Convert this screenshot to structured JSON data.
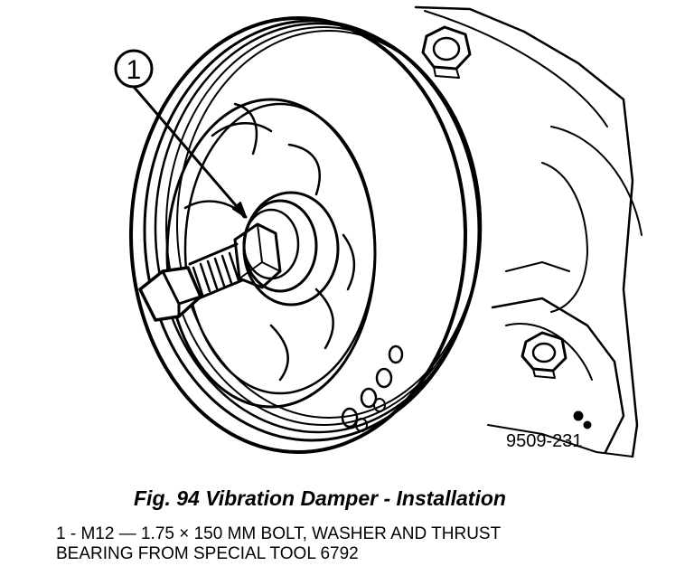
{
  "figure": {
    "callout": "1",
    "code": "9509-231"
  },
  "caption": "Fig. 94 Vibration Damper - Installation",
  "legend": {
    "line1": "1 - M12 — 1.75 × 150 MM BOLT, WASHER AND THRUST",
    "line2": "BEARING FROM SPECIAL TOOL 6792"
  }
}
